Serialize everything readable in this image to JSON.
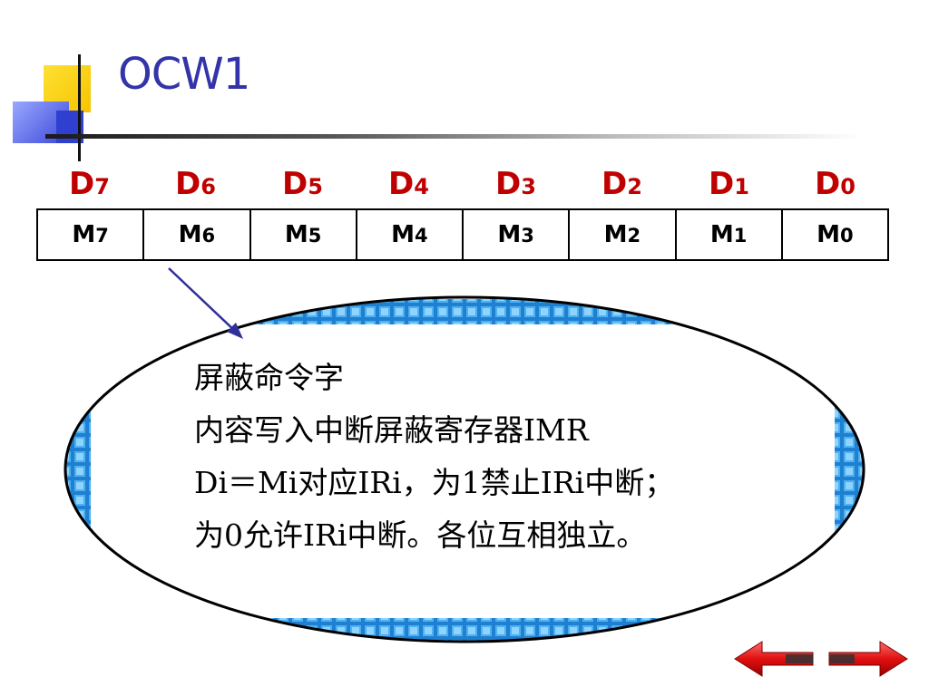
{
  "slide": {
    "title": "OCW1"
  },
  "bits": [
    {
      "letter": "D",
      "index": "7"
    },
    {
      "letter": "D",
      "index": "6"
    },
    {
      "letter": "D",
      "index": "5"
    },
    {
      "letter": "D",
      "index": "4"
    },
    {
      "letter": "D",
      "index": "3"
    },
    {
      "letter": "D",
      "index": "2"
    },
    {
      "letter": "D",
      "index": "1"
    },
    {
      "letter": "D",
      "index": "0"
    }
  ],
  "cells": [
    {
      "letter": "M",
      "index": "7"
    },
    {
      "letter": "M",
      "index": "6"
    },
    {
      "letter": "M",
      "index": "5"
    },
    {
      "letter": "M",
      "index": "4"
    },
    {
      "letter": "M",
      "index": "3"
    },
    {
      "letter": "M",
      "index": "2"
    },
    {
      "letter": "M",
      "index": "1"
    },
    {
      "letter": "M",
      "index": "0"
    }
  ],
  "callout": {
    "lines": [
      "屏蔽命令字",
      "内容写入中断屏蔽寄存器IMR",
      "Di＝Mi对应IRi，为1禁止IRi中断；",
      "为0允许IRi中断。各位互相独立。"
    ]
  },
  "colors": {
    "title": "#3333aa",
    "bit_heading": "#c00000",
    "nav_arrow": "#e01010",
    "frame_blue": "#2a8ad4"
  },
  "nav": {
    "back_icon": "arrow-left-icon",
    "forward_icon": "arrow-right-icon"
  }
}
